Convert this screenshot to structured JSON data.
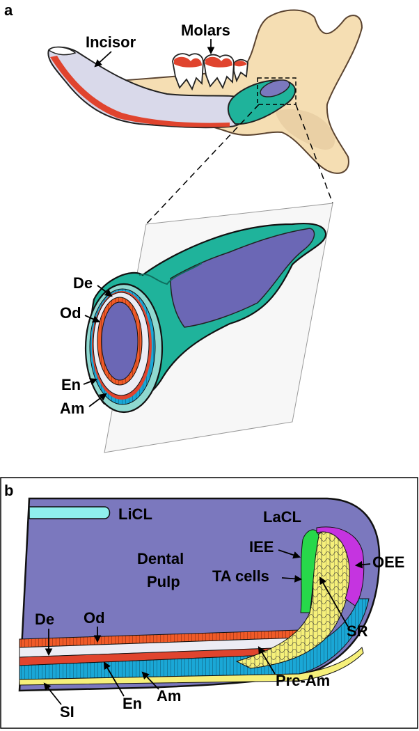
{
  "panel_a": {
    "letter": "a",
    "labels": {
      "incisor": "Incisor",
      "molars": "Molars",
      "de": "De",
      "od": "Od",
      "en": "En",
      "am": "Am"
    }
  },
  "panel_b": {
    "letter": "b",
    "labels": {
      "licl": "LiCL",
      "lacl": "LaCL",
      "iee": "IEE",
      "oee": "OEE",
      "dental": "Dental",
      "pulp": "Pulp",
      "ta_cells": "TA cells",
      "sr": "SR",
      "de": "De",
      "od": "Od",
      "pre_am": "Pre-Am",
      "si": "SI",
      "en": "En",
      "am": "Am"
    }
  },
  "colors": {
    "bone": "#f5deb3",
    "dentin": "#d9d9ea",
    "enamel": "#e0442e",
    "epithelium": "#1fb39b",
    "pulp": "#7b78be",
    "ameloblast": "#1aa7d6",
    "odontoblast": "#f05a28",
    "sr": "#f6f07a",
    "oee": "#c534e0",
    "iee": "#27d84a",
    "licl": "#8ff0ee"
  }
}
